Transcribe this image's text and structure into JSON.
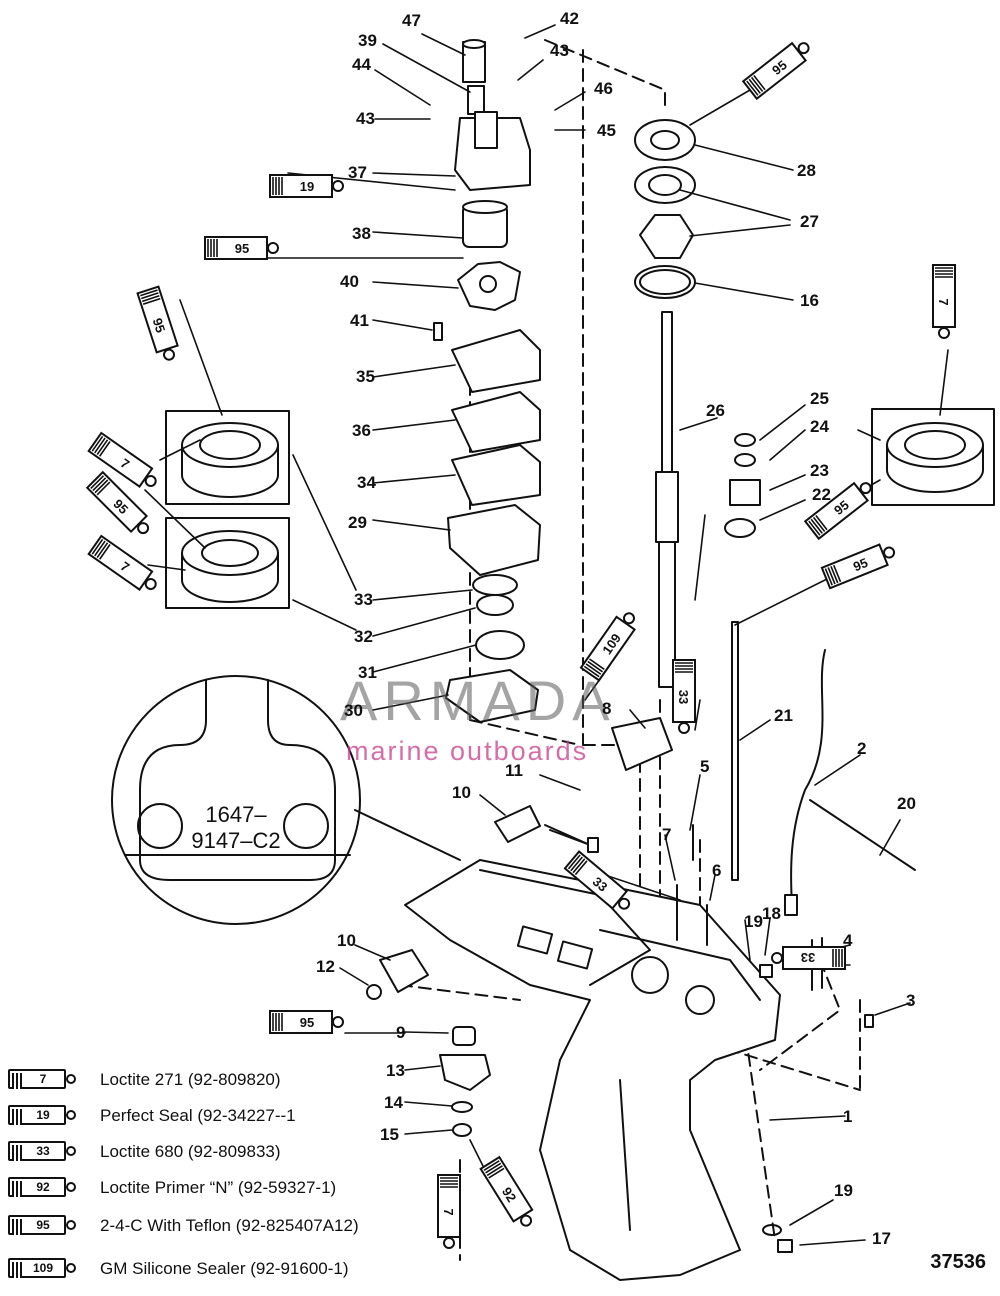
{
  "callouts": [
    "47",
    "42",
    "39",
    "43",
    "44",
    "43",
    "46",
    "45",
    "37",
    "28",
    "27",
    "38",
    "40",
    "16",
    "41",
    "35",
    "26",
    "25",
    "24",
    "36",
    "23",
    "34",
    "22",
    "29",
    "33",
    "32",
    "31",
    "30",
    "8",
    "21",
    "2",
    "11",
    "5",
    "10",
    "20",
    "7",
    "6",
    "19",
    "18",
    "4",
    "10",
    "12",
    "3",
    "9",
    "13",
    "1",
    "14",
    "15",
    "19",
    "17"
  ],
  "legend": [
    {
      "code": "7",
      "text": "Loctite 271 (92-809820)"
    },
    {
      "code": "19",
      "text": "Perfect Seal (92-34227--1"
    },
    {
      "code": "33",
      "text": "Loctite 680 (92-809833)"
    },
    {
      "code": "92",
      "text": "Loctite Primer “N” (92-59327-1)"
    },
    {
      "code": "95",
      "text": "2-4-C  With Teflon (92-825407A12)"
    },
    {
      "code": "109",
      "text": "GM Silicone Sealer (92-91600-1)"
    }
  ],
  "tube_labels": [
    "19",
    "95",
    "95",
    "7",
    "95",
    "7",
    "95",
    "7",
    "95",
    "95",
    "109",
    "33",
    "33",
    "33",
    "95",
    "7",
    "92"
  ],
  "detail_part_number": [
    "1647–",
    "9147–C2"
  ],
  "watermark": {
    "brand": "ARMADA",
    "tagline": "marine outboards"
  },
  "drawing_number": "37536",
  "colors": {
    "ink": "#111111",
    "paper": "#ffffff",
    "watermark_pink": "#c83c8c",
    "watermark_gray": "#5a5a5a"
  }
}
